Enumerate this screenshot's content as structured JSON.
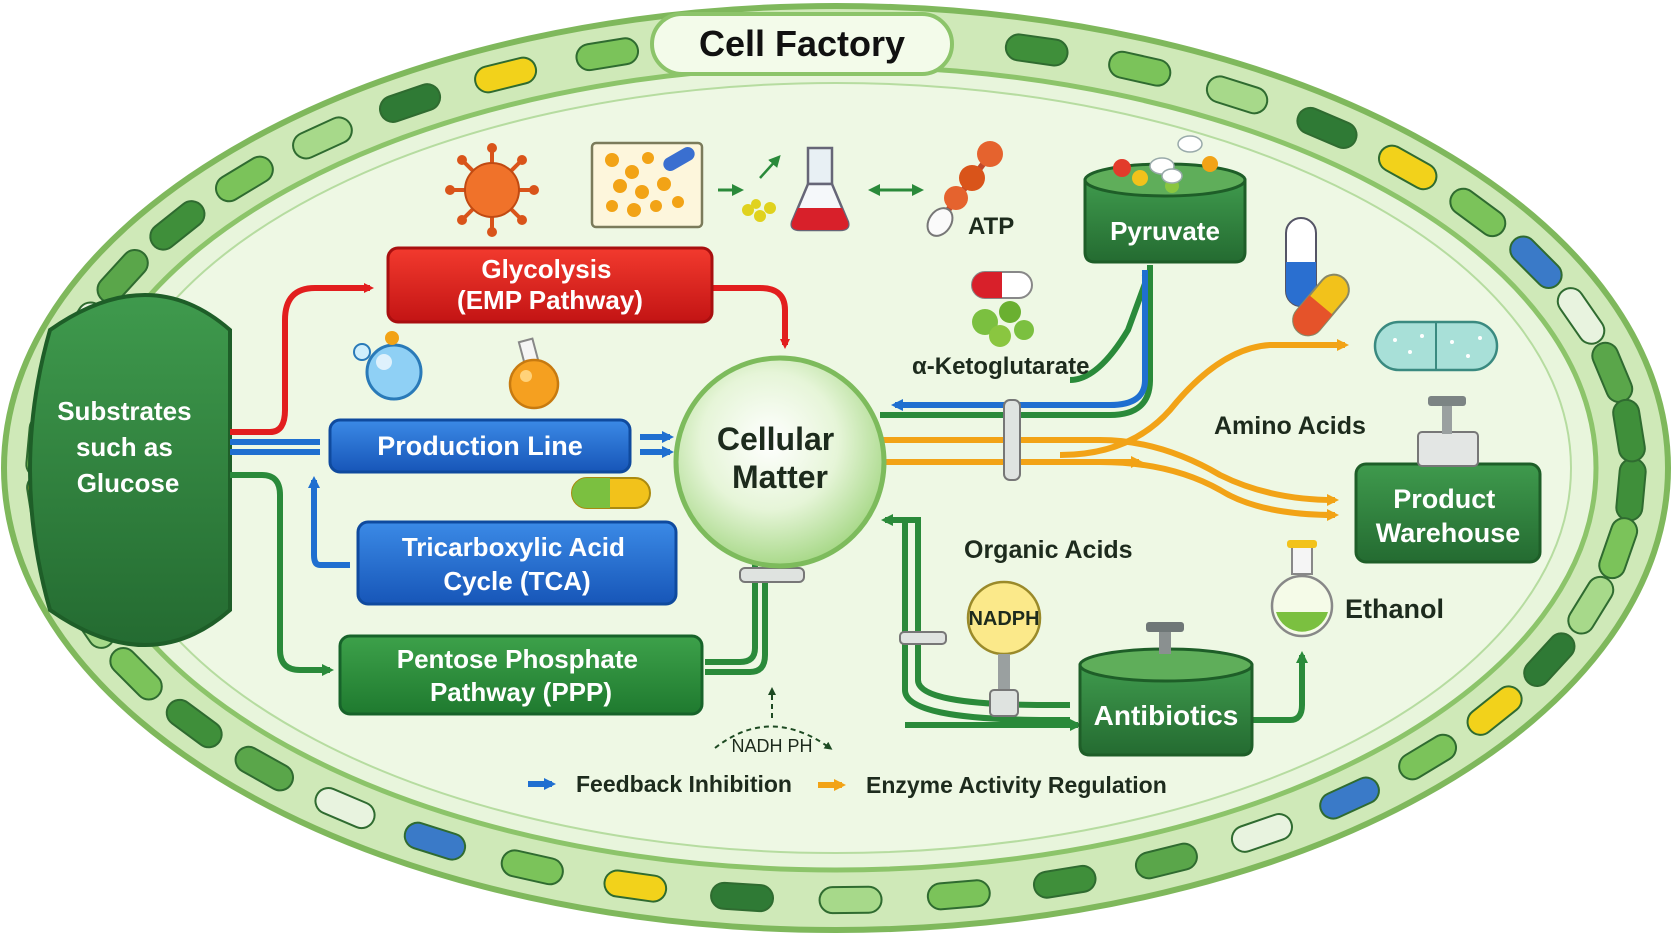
{
  "title": "Cell Factory",
  "colors": {
    "outer_membrane": "#8fc46e",
    "inner_fill": "#e4f3d4",
    "glycolysis_red": "#e21e1e",
    "production_blue": "#1f6fd0",
    "tca_blue": "#1b63c5",
    "ppp_green": "#2a8a3a",
    "dark_green": "#2b7a3a",
    "orange": "#f2a316"
  },
  "nodes": {
    "substrates": [
      "Substrates",
      "such as",
      "Glucose"
    ],
    "glycolysis": [
      "Glycolysis",
      "(EMP Pathway)"
    ],
    "production_line": "Production Line",
    "tca": [
      "Tricarboxylic Acid",
      "Cycle (TCA)"
    ],
    "ppp": [
      "Pentose Phosphate",
      "Pathway (PPP)"
    ],
    "cellular_matter": [
      "Cellular",
      "Matter"
    ],
    "pyruvate": "Pyruvate",
    "atp": "ATP",
    "alpha_ketoglutarate": "α-Ketoglutarate",
    "amino_acids": "Amino Acids",
    "product_warehouse": [
      "Product",
      "Warehouse"
    ],
    "organic_acids": "Organic Acids",
    "nadph": "NADPH",
    "antibiotics": "Antibiotics",
    "ethanol": "Ethanol",
    "nadh_ph": "NADH  PH"
  },
  "legend": [
    {
      "label": "Feedback Inhibition",
      "color": "#1f6fd0"
    },
    {
      "label": "Enzyme Activity Regulation",
      "color": "#f2a316"
    }
  ],
  "icons": [
    "virus-icon",
    "particles-panel-icon",
    "flask-icon",
    "molecule-icon",
    "capsule-icon",
    "bubble-flask-icon",
    "orange-flask-icon",
    "green-flask-icon",
    "pill-pile-icon",
    "valve-icon"
  ]
}
